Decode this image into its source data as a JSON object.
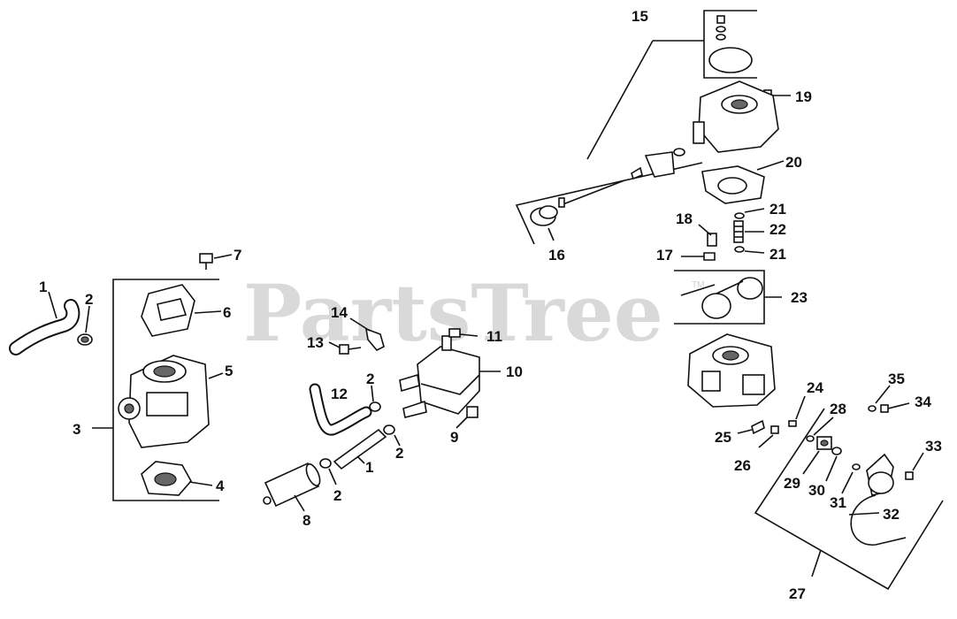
{
  "watermark": {
    "text": "PartsTree",
    "trademark": "TM"
  },
  "callouts": [
    "1",
    "2",
    "3",
    "4",
    "5",
    "6",
    "7",
    "8",
    "9",
    "10",
    "11",
    "12",
    "13",
    "14",
    "15",
    "16",
    "17",
    "18",
    "19",
    "20",
    "21",
    "22",
    "23",
    "24",
    "25",
    "26",
    "27",
    "28",
    "29",
    "30",
    "31",
    "32",
    "33",
    "34",
    "35"
  ]
}
